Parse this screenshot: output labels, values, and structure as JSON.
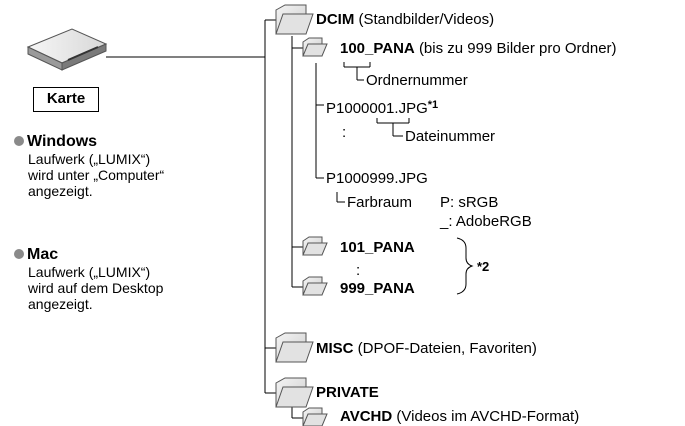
{
  "card": {
    "label": "Karte"
  },
  "windows": {
    "title": "Windows",
    "lines": [
      "Laufwerk („LUMIX“)",
      "wird unter „Computer“",
      "angezeigt."
    ]
  },
  "mac": {
    "title": "Mac",
    "lines": [
      "Laufwerk („LUMIX“)",
      "wird auf dem Desktop",
      "angezeigt."
    ]
  },
  "tree": {
    "dcim": {
      "name": "DCIM",
      "desc": "(Standbilder/Videos)"
    },
    "pana100": {
      "name": "100_PANA",
      "desc": "(bis zu 999 Bilder pro Ordner)"
    },
    "ordnernummer": "Ordnernummer",
    "file1": "P1000001.JPG",
    "file1_note": "*1",
    "colon1": ":",
    "dateinummer": "Dateinummer",
    "file2": "P1000999.JPG",
    "farbraum": "Farbraum",
    "p_label": "P: sRGB",
    "u_label": "_: AdobeRGB",
    "pana101": "101_PANA",
    "colon2": ":",
    "pana999": "999_PANA",
    "note2": "*2",
    "misc": {
      "name": "MISC",
      "desc": "(DPOF-Dateien, Favoriten)"
    },
    "private": {
      "name": "PRIVATE"
    },
    "avchd": {
      "name": "AVCHD",
      "desc": "(Videos im AVCHD-Format)"
    }
  },
  "colors": {
    "line": "#000000",
    "folder_fill": "#e6e6e6",
    "folder_stroke": "#555555",
    "bullet": "#8a8a8a"
  }
}
